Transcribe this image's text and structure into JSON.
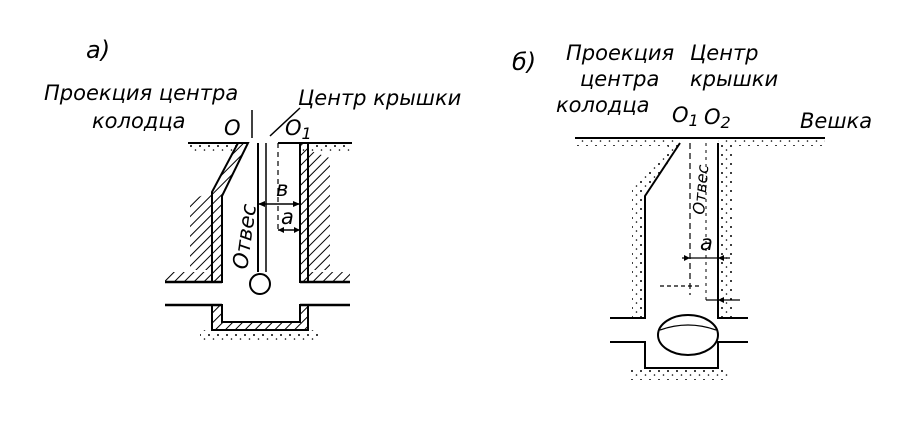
{
  "panel_a": {
    "tag": "а)",
    "label_projection": [
      "Проекция центра",
      "колодца"
    ],
    "label_lid_center": "Центр крышки",
    "point_o": "O",
    "point_o1": "O",
    "point_o1_sub": "1",
    "dim_b": "в",
    "dim_a": "а",
    "plumb_label": "Отвес"
  },
  "panel_b": {
    "tag": "б)",
    "label_projection": [
      "Проекция",
      "центра",
      "колодца"
    ],
    "label_lid_center": [
      "Центр",
      "крышки"
    ],
    "point_o1": "O",
    "point_o1_sub": "1",
    "point_o2": "O",
    "point_o2_sub": "2",
    "stake_label": "Вешка",
    "plumb_label": "Отвес",
    "dim_a": "а"
  }
}
